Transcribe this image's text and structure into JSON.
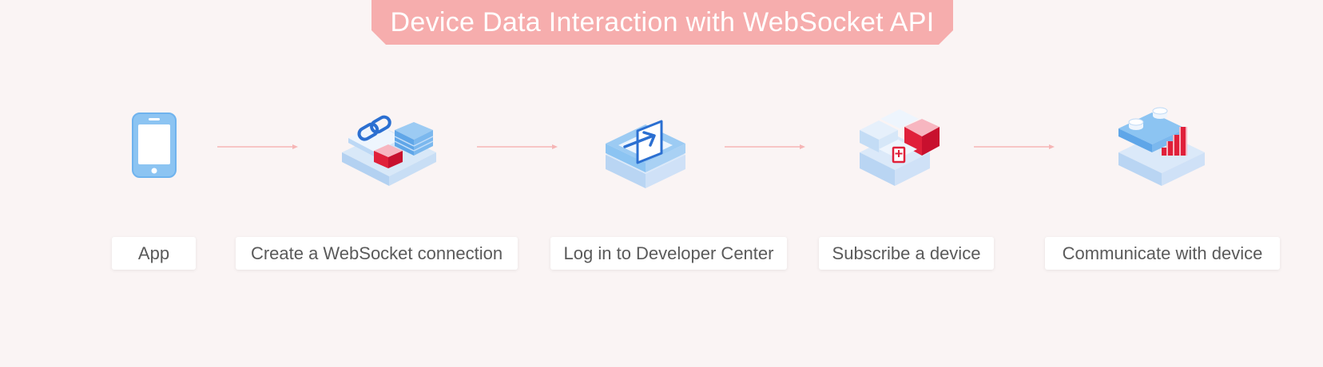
{
  "title": "Device Data Interaction with WebSocket API",
  "colors": {
    "banner": "#f6adad",
    "background": "#faf4f4",
    "arrow": "#f6b5b5",
    "blue_light": "#bcd8f5",
    "blue_mid": "#8cc4f2",
    "blue_dark": "#2b6fd1",
    "red": "#e0203a",
    "pink": "#f7b6c0"
  },
  "steps": [
    {
      "label": "App",
      "icon": "smartphone-icon"
    },
    {
      "label": "Create a WebSocket connection",
      "icon": "link-connection-icon"
    },
    {
      "label": "Log in to Developer Center",
      "icon": "login-icon"
    },
    {
      "label": "Subscribe a device",
      "icon": "subscribe-bookmark-icon"
    },
    {
      "label": "Communicate with device",
      "icon": "data-chart-icon"
    }
  ]
}
